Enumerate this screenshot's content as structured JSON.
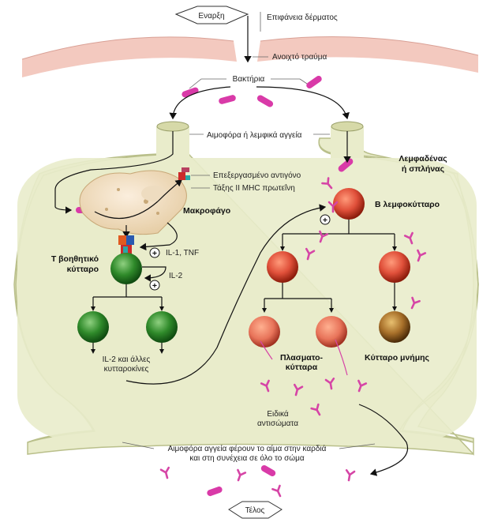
{
  "labels": {
    "start": "Εναρξη",
    "skin_surface": "Επιφάνεια δέρματος",
    "open_wound": "Ανοιχτό τραύμα",
    "bacteria": "Βακτήρια",
    "vessels": "Αιμοφόρα ή λεμφικά αγγεία",
    "lymph_node_1": "Λεμφαδένας",
    "lymph_node_2": "ή σπλήνας",
    "processed_antigen": "Επεξεργασμένο αντιγόνο",
    "mhc_class2": "Τάξης II MHC πρωτεΐνη",
    "macrophage": "Μακροφάγο",
    "b_lymphocyte": "Β λεμφοκύτταρο",
    "il1_tnf": "IL-1, TNF",
    "il2": "IL-2",
    "helper_t_1": "Τ βοηθητικό",
    "helper_t_2": "κύτταρο",
    "cytokines_1": "IL-2 και άλλες",
    "cytokines_2": "κυτταροκίνες",
    "plasma_1": "Πλασματο-",
    "plasma_2": "κύτταρα",
    "memory_cell": "Κύτταρο μνήμης",
    "antibodies_1": "Ειδικά",
    "antibodies_2": "αντισώματα",
    "bloodstream_1": "Αιμοφόρα αγγεία φέρουν το αίμα στην καρδιά",
    "bloodstream_2": "και στη συνέχεια σε όλο το σώμα",
    "end": "Τέλος",
    "plus": "+"
  },
  "colors": {
    "node_fill": "#e9eccb",
    "node_stroke": "#b9bf8a",
    "skin": "#f3c9bf",
    "bacteria": "#d93aa8",
    "antibody": "#d645a6",
    "t_cell": "#2f8a2a",
    "b_cell": "#e0503a",
    "plasma_cell": "#e8745a",
    "memory_cell": "#9a6a2a",
    "macrophage": "#f0dcc0"
  }
}
